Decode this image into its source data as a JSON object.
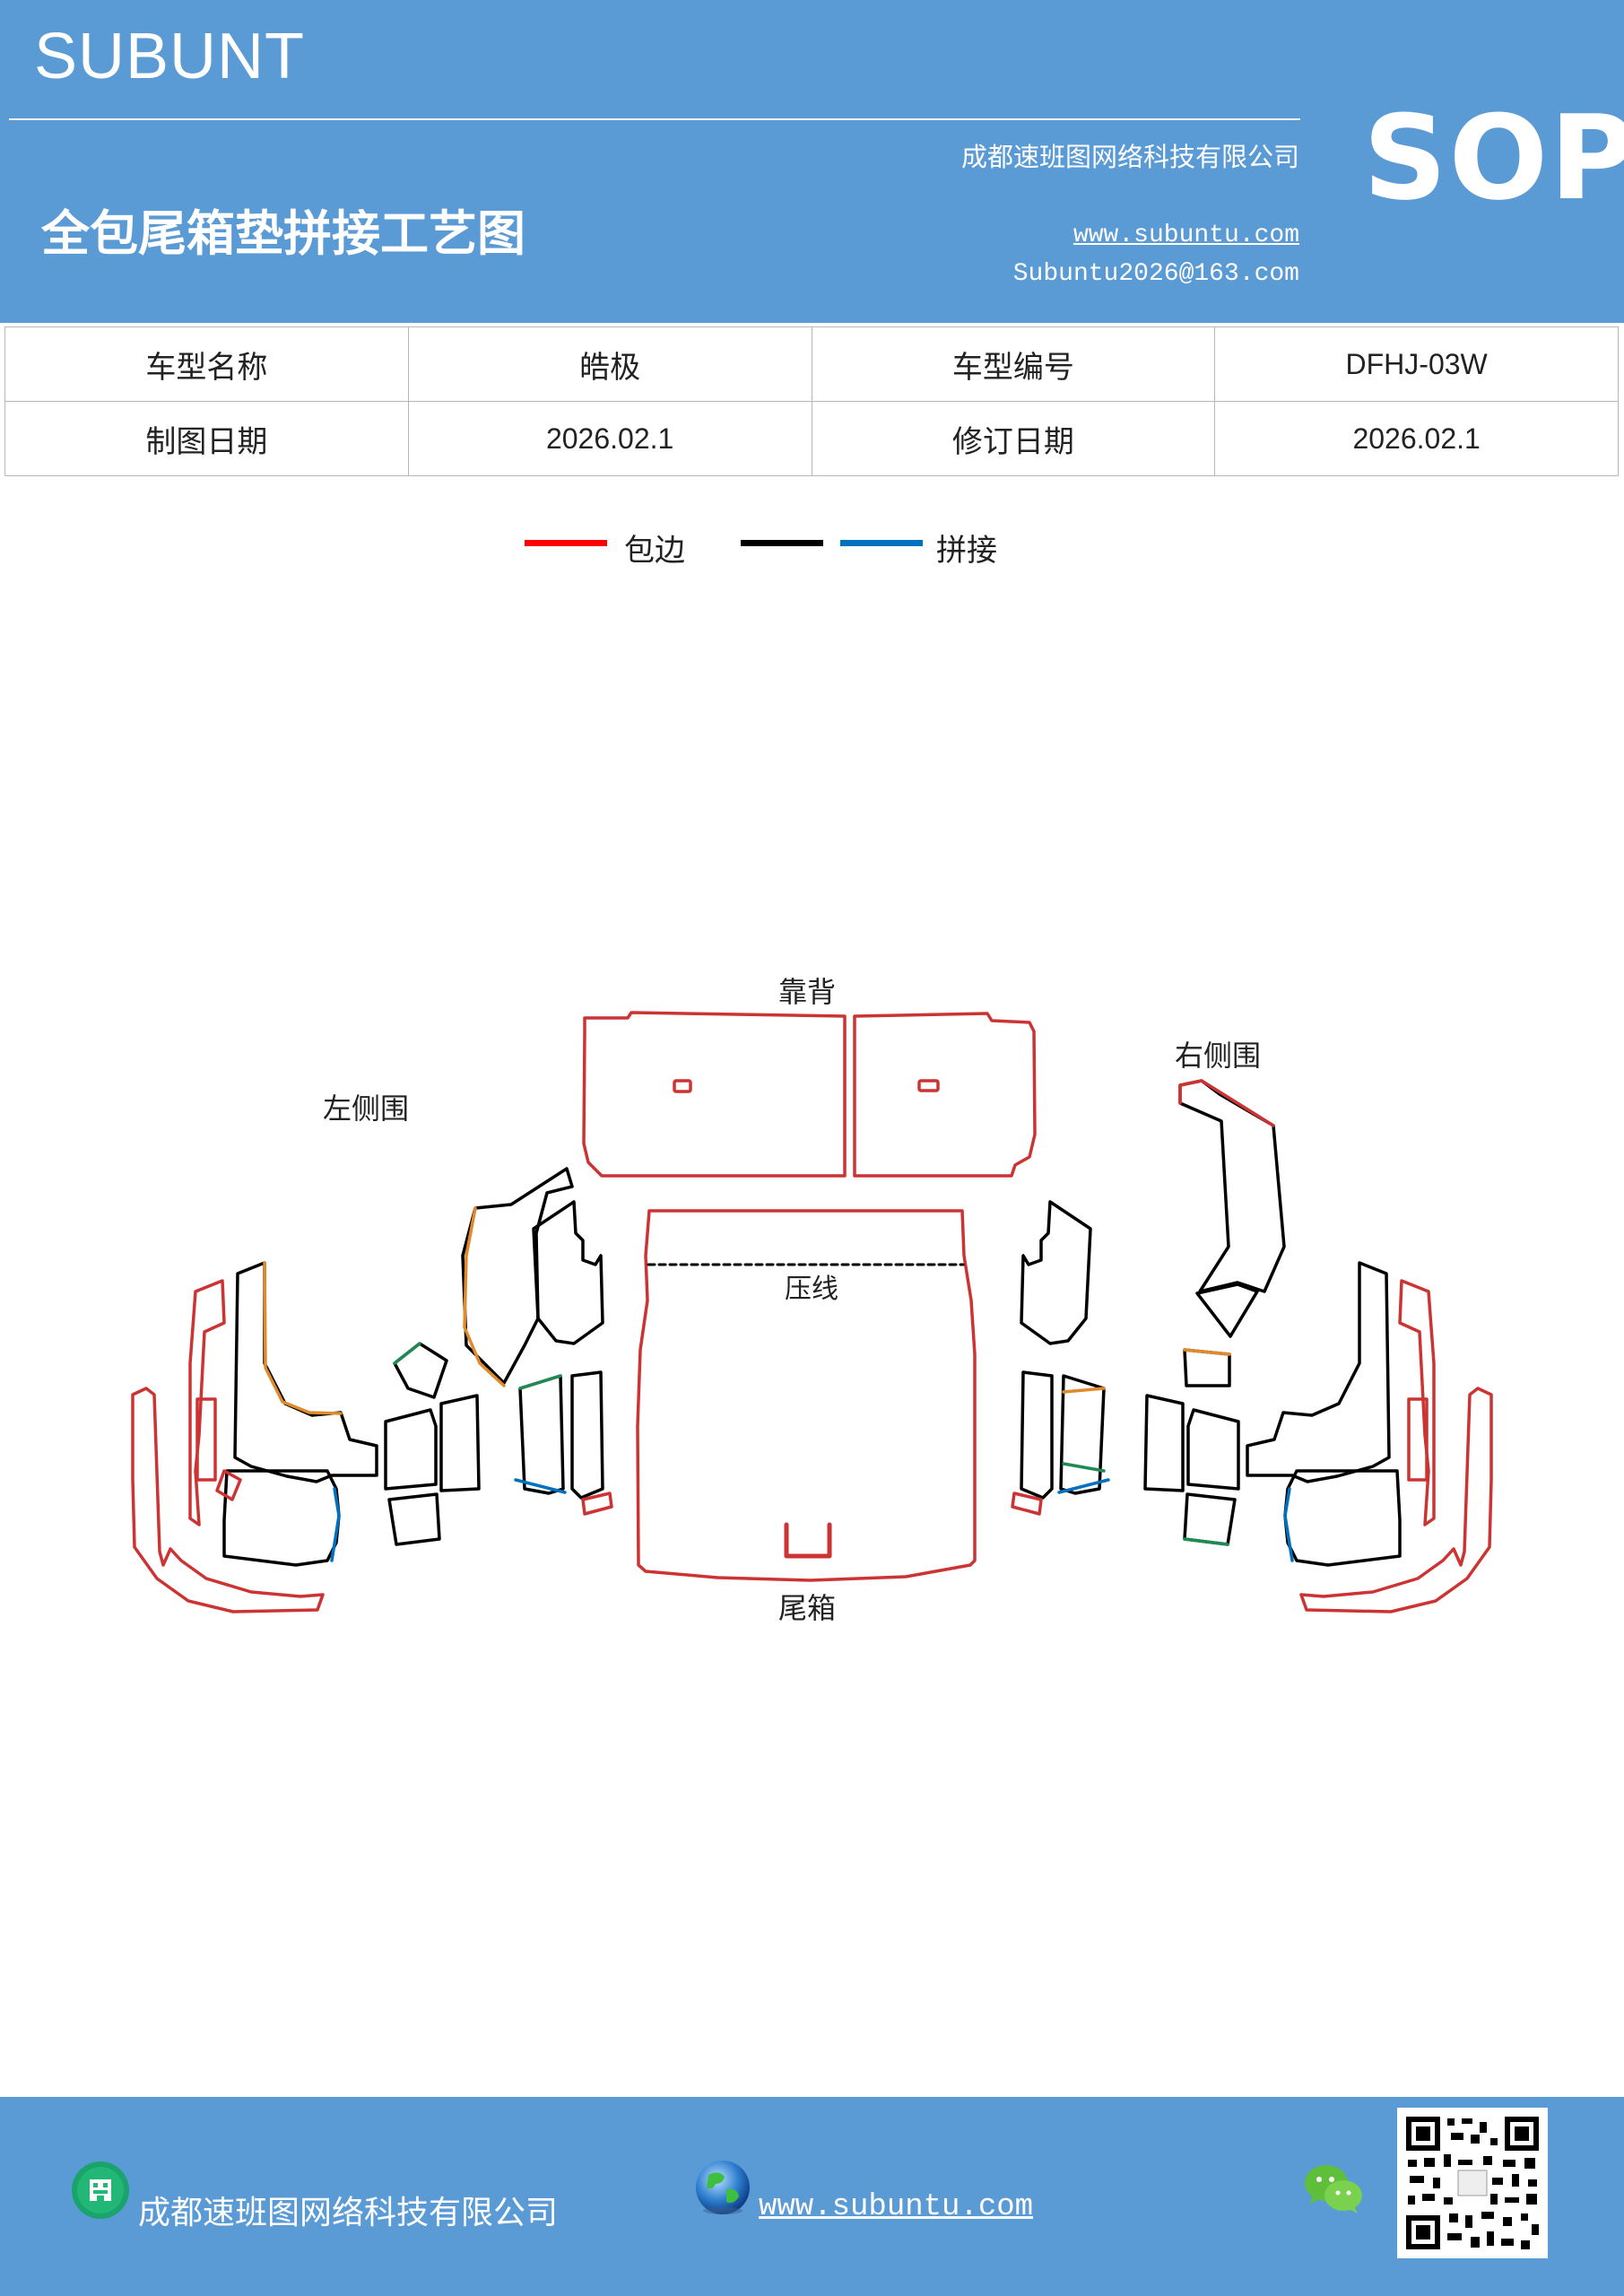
{
  "header": {
    "brand": "SUBUNT",
    "company": "成都速班图网络科技有限公司",
    "title": "全包尾箱垫拼接工艺图",
    "website": "www.subuntu.com",
    "email": "Subuntu2026@163.com",
    "badge": "SOP",
    "bg_color": "#5b9bd5"
  },
  "info_table": {
    "rows": [
      [
        "车型名称",
        "皓极",
        "车型编号",
        "DFHJ-03W"
      ],
      [
        "制图日期",
        "2026.02.1",
        "修订日期",
        "2026.02.1"
      ]
    ]
  },
  "legend": [
    {
      "label": "包边",
      "color": "#ff0000"
    },
    {
      "label": "",
      "color": "#000000"
    },
    {
      "label": "拼接",
      "color": "#0070c0"
    }
  ],
  "diagram": {
    "labels": {
      "back": "靠背",
      "left": "左侧围",
      "right": "右侧围",
      "crease": "压线",
      "trunk": "尾箱"
    }
  },
  "footer": {
    "company": "成都速班图网络科技有限公司",
    "website": "www.subuntu.com ",
    "icons": [
      "building-icon",
      "globe-icon",
      "wechat-icon",
      "qr-code"
    ]
  }
}
